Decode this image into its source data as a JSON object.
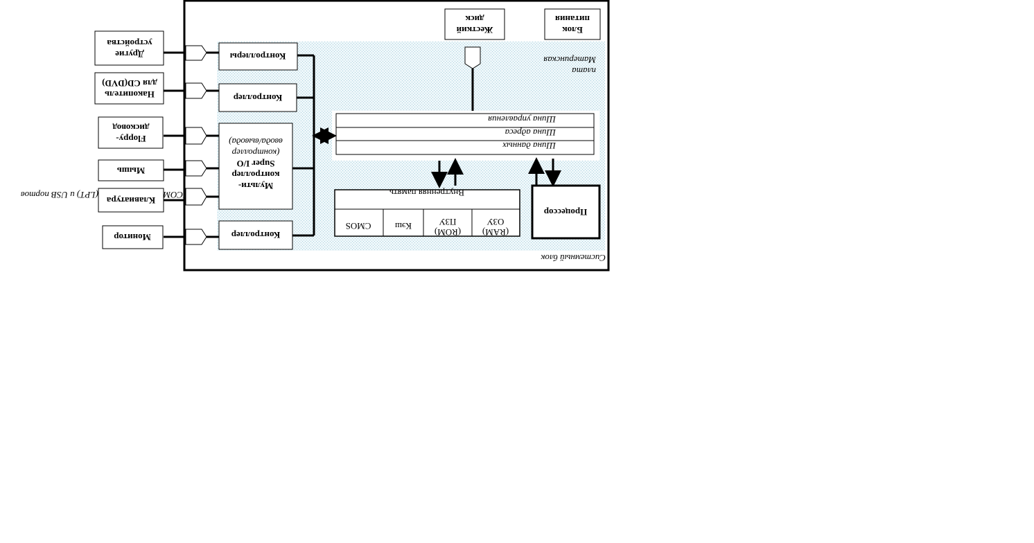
{
  "system_unit": {
    "label": "Системный блок"
  },
  "motherboard": {
    "label_line1": "Материнская",
    "label_line2": "плата"
  },
  "top_devices": {
    "power": {
      "line1": "Блок",
      "line2": "питания"
    },
    "hdd": {
      "line1": "Жесткий",
      "line2": "диск"
    }
  },
  "buses": {
    "control": "Шина управления",
    "address": "Шина адреса",
    "data": "Шина данных"
  },
  "memory": {
    "title": "Внутренняя память",
    "cells": [
      {
        "line1": "ОЗУ",
        "line2": "(RAM)"
      },
      {
        "line1": "ПЗУ",
        "line2": "(ROM)"
      },
      {
        "line1": "Кэш",
        "line2": ""
      },
      {
        "line1": "CMOS",
        "line2": ""
      }
    ]
  },
  "cpu": {
    "label": "Процессор"
  },
  "controllers": {
    "top": "Контроллеры",
    "cd": "Контроллер",
    "superio": {
      "line1": "Мульти-",
      "line2": "контроллер",
      "line3": "Super I/O",
      "line4": "(контроллер",
      "line5": "ввода/вывода)"
    },
    "monitor": "Контроллер"
  },
  "devices": {
    "other": {
      "line1": "Другие",
      "line2": "устройства"
    },
    "cd": {
      "line1": "Накопитель",
      "line2": "для CD(DVD)"
    },
    "floppy": {
      "line1": "Floppy-",
      "line2": "дисковод"
    },
    "mouse": "Мышь",
    "keyboard": "Клавиатура",
    "monitor": "Монитор"
  },
  "overflow_caption": "...х (COM), параллельного (LPT) и USB портов"
}
